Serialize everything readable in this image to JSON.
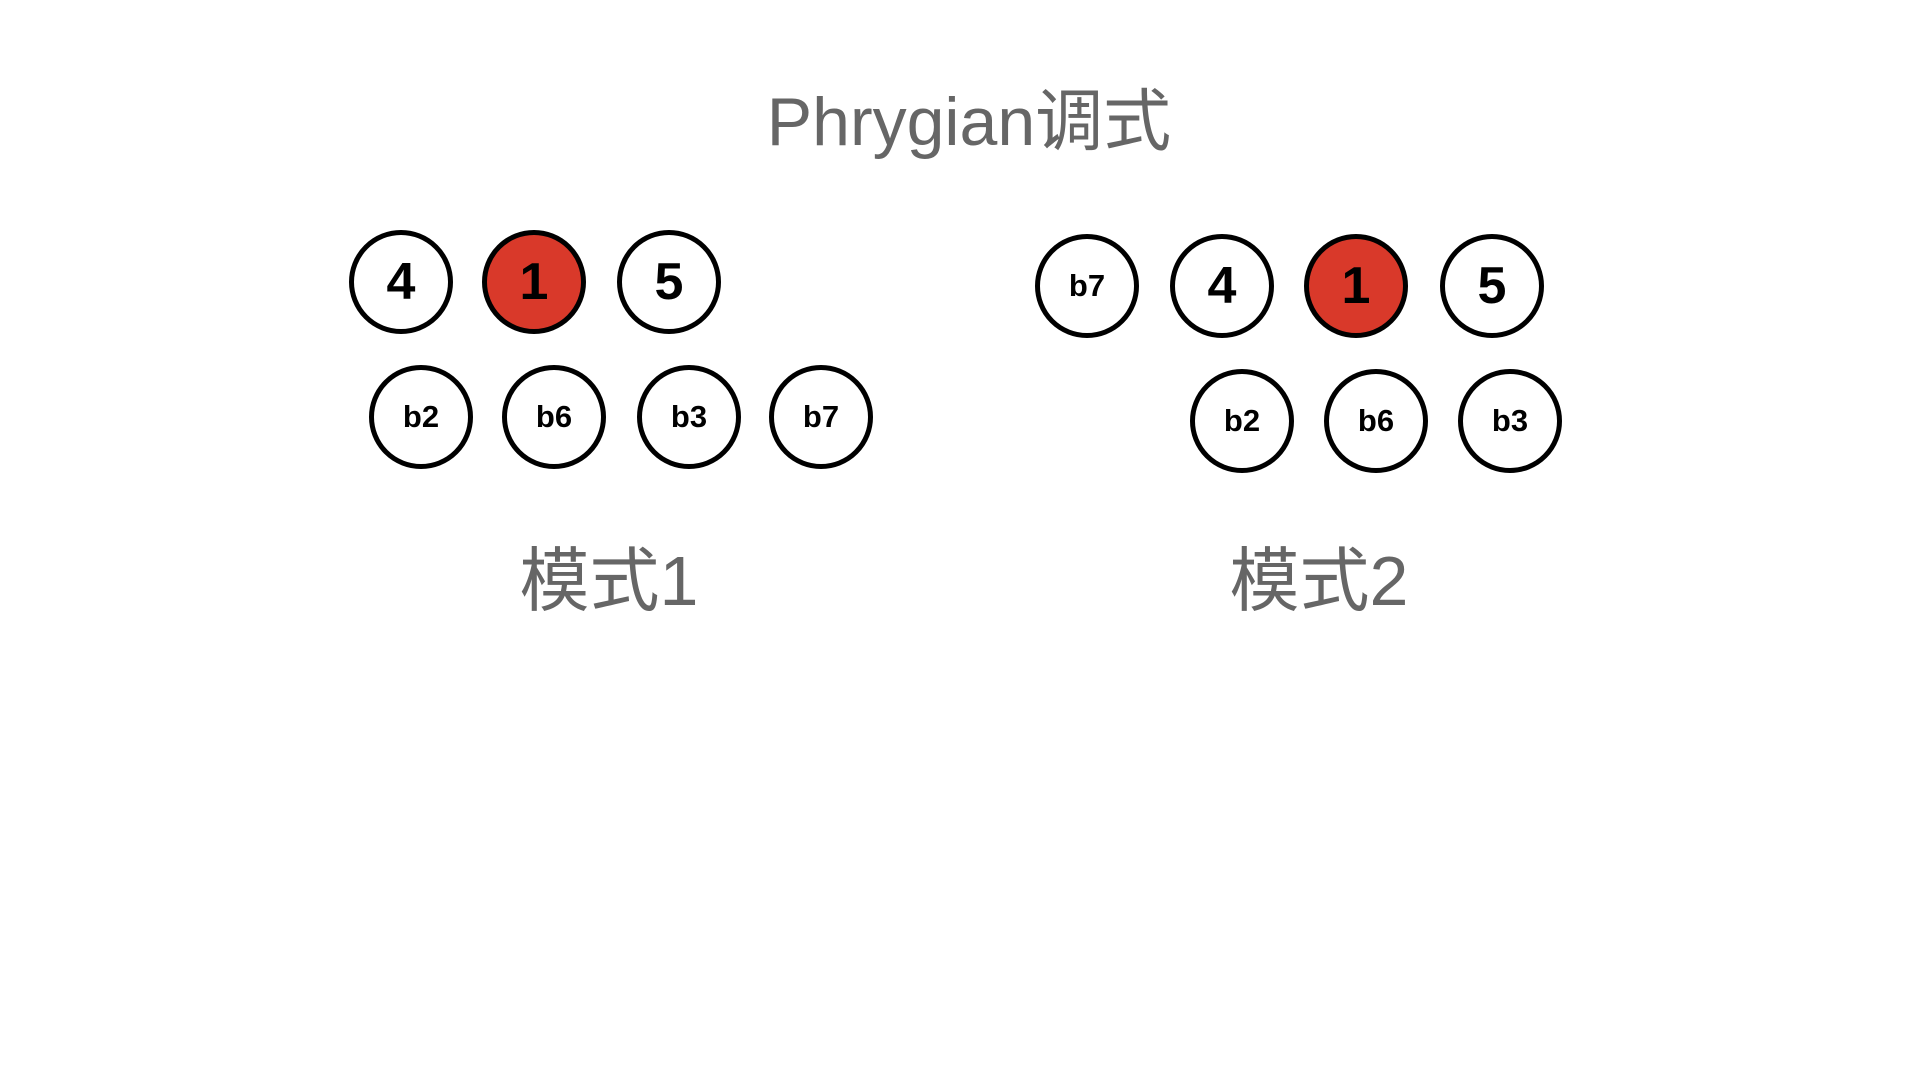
{
  "title": "Phrygian调式",
  "colors": {
    "root_fill": "#D9392A",
    "note_fill": "#FFFFFF",
    "outline": "#000000",
    "label_text": "#666666"
  },
  "modes": [
    {
      "label": "模式1",
      "rows": [
        [
          {
            "label": "4"
          },
          {
            "label": "1",
            "root": true
          },
          {
            "label": "5"
          }
        ],
        [
          {
            "label": "b2"
          },
          {
            "label": "b6"
          },
          {
            "label": "b3"
          },
          {
            "label": "b7"
          }
        ]
      ]
    },
    {
      "label": "模式2",
      "rows": [
        [
          {
            "label": "b7"
          },
          {
            "label": "4"
          },
          {
            "label": "1",
            "root": true
          },
          {
            "label": "5"
          }
        ],
        [
          {
            "label": "b2"
          },
          {
            "label": "b6"
          },
          {
            "label": "b3"
          }
        ]
      ]
    }
  ]
}
